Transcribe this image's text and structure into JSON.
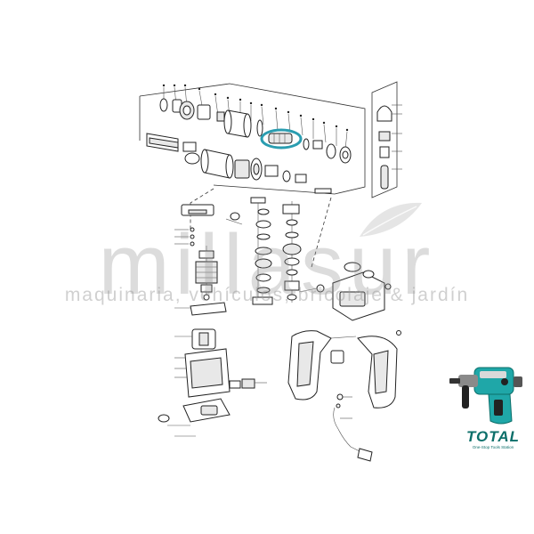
{
  "watermark": {
    "brand": "millasur",
    "tagline": "maquinaria, vehículos, bricolaje & jardín"
  },
  "logo": {
    "text": "TOTAL",
    "subtitle": "One-Stop Tools Station"
  },
  "colors": {
    "highlight": "#2a9db0",
    "logo": "#0c6f6a",
    "watermark": "#9a9a9a"
  }
}
